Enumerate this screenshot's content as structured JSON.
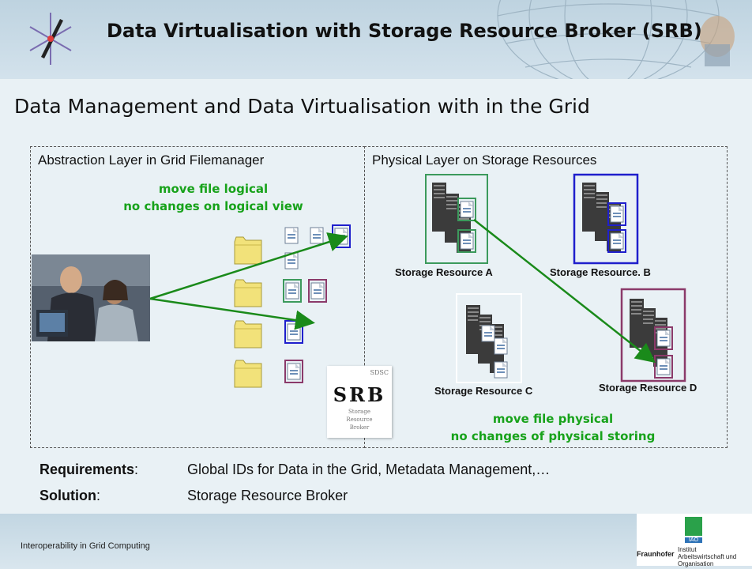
{
  "title": "Data Virtualisation with Storage Resource Broker (SRB)",
  "subtitle": "Data Management and Data Virtualisation with in the Grid",
  "left_layer": {
    "label": "Abstraction Layer in Grid Filemanager",
    "note_line1": "move file logical",
    "note_line2": "no changes on logical view"
  },
  "right_layer": {
    "label": "Physical Layer on Storage Resources",
    "note_line1": "move file physical",
    "note_line2": "no changes of physical storing"
  },
  "storage": {
    "a": "Storage Resource  A",
    "b": "Storage Resource. B",
    "c": "Storage Resource C",
    "d": "Storage Resource D"
  },
  "srb_logo": {
    "sdsc": "SDSC",
    "main": "SRB",
    "sub": "Storage\nResource\nBroker"
  },
  "requirements": {
    "label": "Requirements",
    "colon": ":",
    "text": "Global IDs for Data in the Grid, Metadata Management,…"
  },
  "solution": {
    "label": "Solution",
    "colon": ":",
    "text": "Storage Resource Broker"
  },
  "footer": {
    "text": "Interoperability in Grid Computing",
    "org": "Fraunhofer",
    "institute": "Institut\nArbeitswirtschaft und\nOrganisation",
    "iao": "IAO"
  },
  "colors": {
    "green": "#17a21a",
    "blue": "#1f1fcc",
    "purple": "#8b3a6a",
    "teal_green": "#3c9a5c"
  }
}
